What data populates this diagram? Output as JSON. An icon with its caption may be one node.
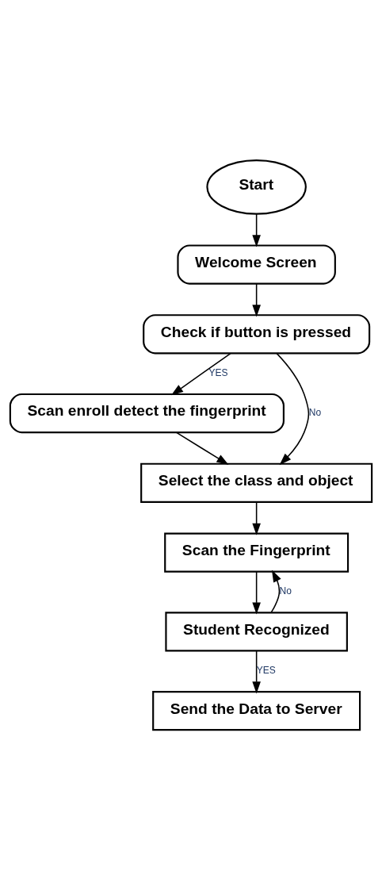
{
  "diagram": {
    "nodes": [
      {
        "text": [
          "Start"
        ]
      },
      {
        "text": [
          "Welcome Screen"
        ]
      },
      {
        "text": [
          "Check if button is pressed"
        ]
      },
      {
        "text": [
          "Scan enroll detect the fingerprint"
        ]
      },
      {
        "text": [
          "Select the class and object"
        ]
      },
      {
        "text": [
          "Scan the Fingerprint"
        ]
      },
      {
        "text": [
          "Student Recognized"
        ]
      },
      {
        "text": [
          "Send the Data to Server"
        ]
      }
    ],
    "edges": [
      {
        "from": 0,
        "to": 1,
        "arrow": "to"
      },
      {
        "from": 1,
        "to": 2,
        "arrow": "to"
      },
      {
        "from": 2,
        "to": 3,
        "arrow": "to",
        "label": "YES"
      },
      {
        "from": 2,
        "to": 4,
        "arrow": "to",
        "label": "No"
      },
      {
        "from": 3,
        "to": 4,
        "arrow": "to"
      },
      {
        "from": 4,
        "to": 5,
        "arrow": "to"
      },
      {
        "from": 5,
        "to": 6,
        "arrow": "to"
      },
      {
        "from": 6,
        "to": 7,
        "arrow": "to",
        "label": "YES"
      },
      {
        "from": 6,
        "to": 5,
        "arrow": "to",
        "label": "No"
      }
    ]
  }
}
